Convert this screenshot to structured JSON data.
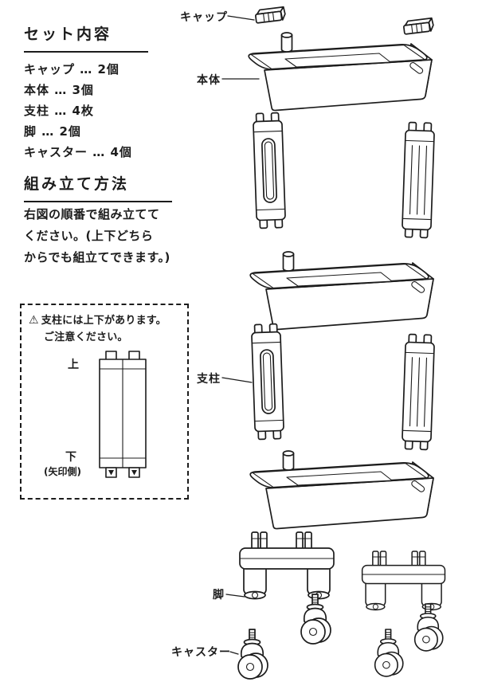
{
  "set_contents": {
    "title": "セット内容",
    "items": [
      "キャップ … 2個",
      "本体 … 3個",
      "支柱 … 4枚",
      "脚 … 2個",
      "キャスター … 4個"
    ]
  },
  "assembly": {
    "title": "組み立て方法",
    "lines": [
      "右図の順番で組み立てて",
      "ください。(上下どちら",
      "からでも組立てできます。)"
    ]
  },
  "warning": {
    "icon": "⚠",
    "line1": "支柱には上下があります。",
    "line2": "ご注意ください。",
    "label_top": "上",
    "label_bottom": "下",
    "label_bottom_sub": "(矢印側)"
  },
  "diagram": {
    "labels": {
      "cap": "キャップ",
      "body": "本体",
      "post": "支柱",
      "leg": "脚",
      "caster": "キャスター"
    }
  },
  "colors": {
    "ink": "#1c1c1c",
    "paper": "#ffffff"
  }
}
